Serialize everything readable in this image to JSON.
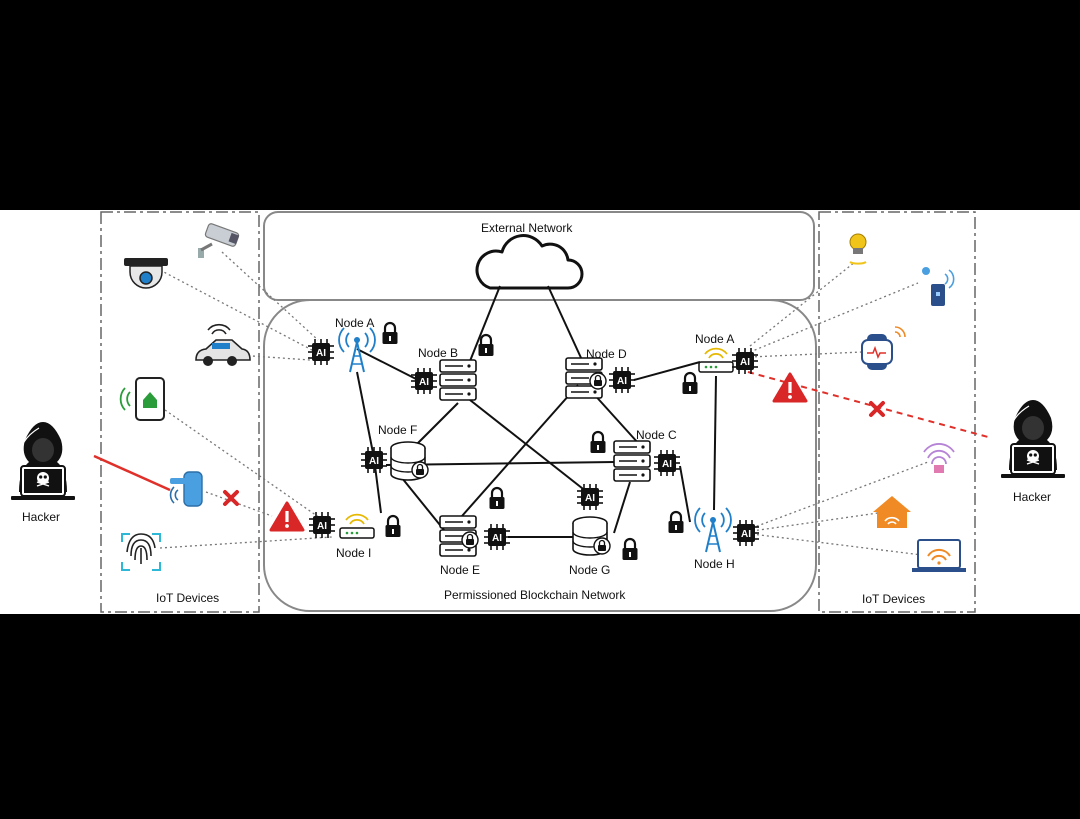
{
  "labels": {
    "external_network": "External Network",
    "blockchain_network": "Permissioned Blockchain Network",
    "iot_left": "IoT Devices",
    "iot_right": "IoT Devices",
    "hacker_left": "Hacker",
    "hacker_right": "Hacker",
    "ai": "AI"
  },
  "nodes": {
    "a_left": "Node A",
    "a_right": "Node A",
    "b": "Node B",
    "c": "Node C",
    "d": "Node D",
    "e": "Node E",
    "f": "Node F",
    "g": "Node G",
    "h": "Node H",
    "i": "Node I"
  },
  "colors": {
    "attack_line": "#e0302a",
    "warning": "#d92626",
    "block_x": "#d92626",
    "cloud_stroke": "#111111",
    "panel_border": "#888888"
  },
  "icons": [
    "dome-camera-icon",
    "cctv-camera-icon",
    "smart-car-icon",
    "smartphone-home-icon",
    "smart-lock-icon",
    "fingerprint-icon",
    "smart-bulb-icon",
    "iot-sensor-icon",
    "smartwatch-icon",
    "wifi-signal-icon",
    "smart-home-icon",
    "laptop-wifi-icon",
    "hacker-icon",
    "cloud-icon",
    "antenna-tower-icon",
    "router-icon",
    "server-icon",
    "database-icon",
    "ai-chip-icon",
    "padlock-icon",
    "warning-icon",
    "x-mark-icon"
  ]
}
